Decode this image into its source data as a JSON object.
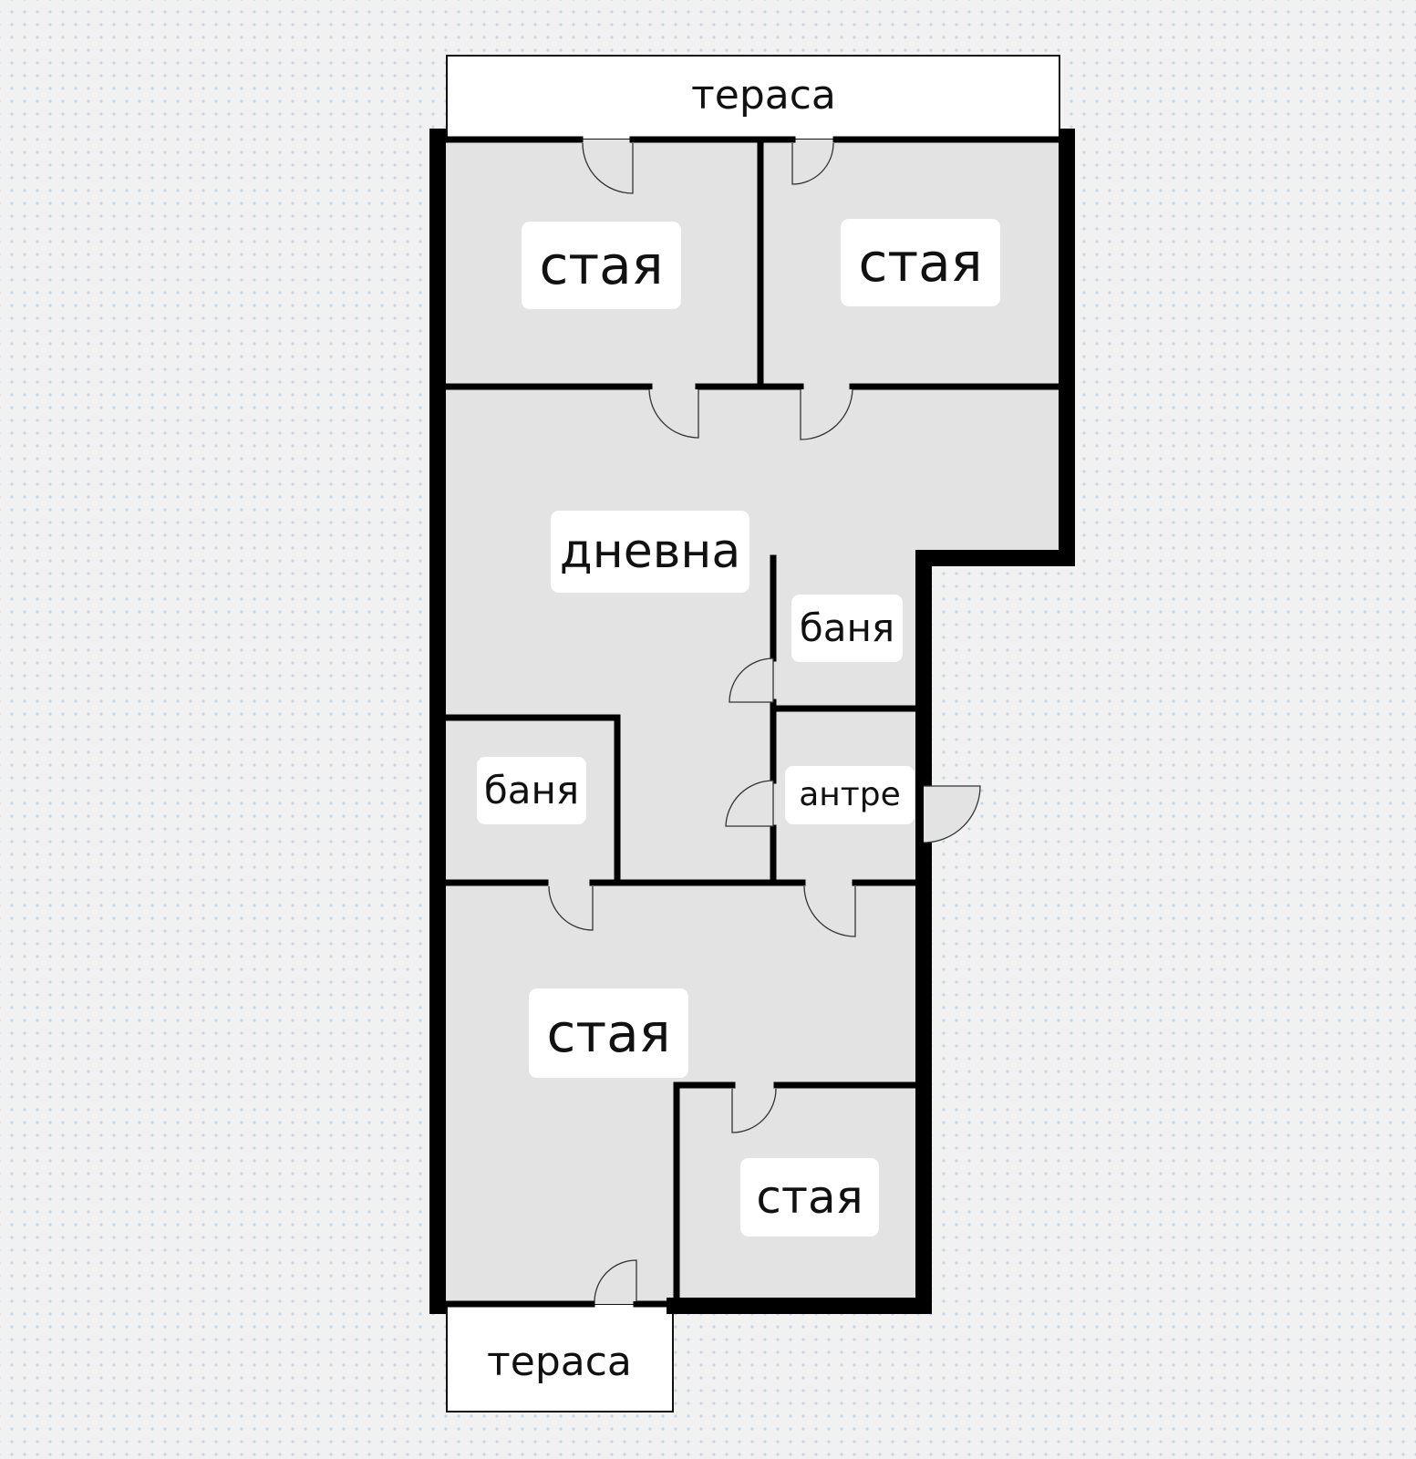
{
  "rooms": {
    "terrace_top": "тераса",
    "room_top_left": "стая",
    "room_top_right": "стая",
    "living_room": "дневна",
    "bath_right": "баня",
    "bath_left": "баня",
    "hallway": "антре",
    "room_bottom": "стая",
    "room_small": "стая",
    "terrace_bottom": "тераса"
  },
  "colors": {
    "floor": "#e3e3e3",
    "wall": "#000000",
    "terrace": "#ffffff",
    "label_bg": "#ffffff",
    "background": "#f1f1f2"
  }
}
